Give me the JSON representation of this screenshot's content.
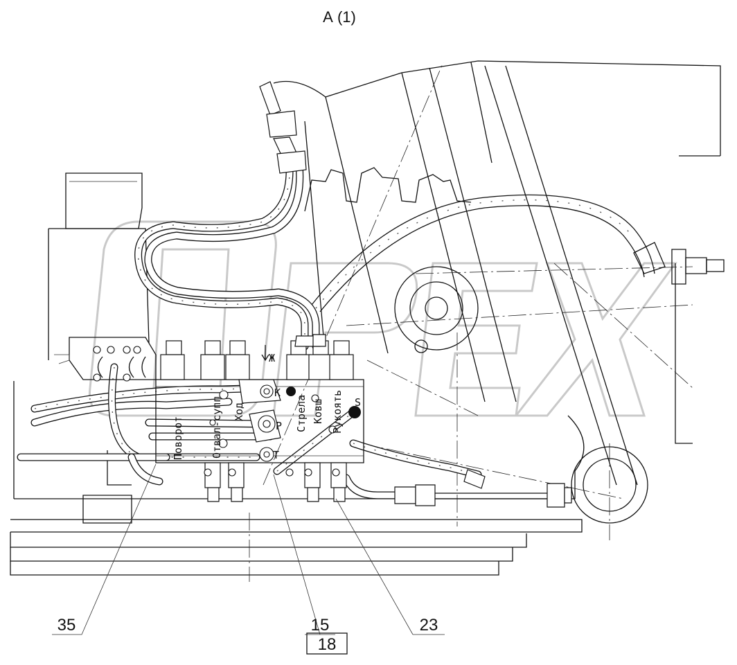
{
  "view_title": "А (1)",
  "section_labels": [
    {
      "id": "povorot",
      "text": "Поворот"
    },
    {
      "id": "otval",
      "text": "Отвал-супп"
    },
    {
      "id": "khod",
      "text": "Ход"
    },
    {
      "id": "strela",
      "text": "Стрела"
    },
    {
      "id": "kovsh",
      "text": "Ковш"
    },
    {
      "id": "rukoyat",
      "text": "Рукоять"
    }
  ],
  "port_labels": {
    "k": "К",
    "p": "Р",
    "t": "Т",
    "s": "S",
    "zh": "Ж"
  },
  "callouts": [
    {
      "id": "c35",
      "text": "35"
    },
    {
      "id": "c15",
      "text": "15"
    },
    {
      "id": "c18",
      "text": "18"
    },
    {
      "id": "c23",
      "text": "23"
    }
  ],
  "watermark": "OPEX"
}
